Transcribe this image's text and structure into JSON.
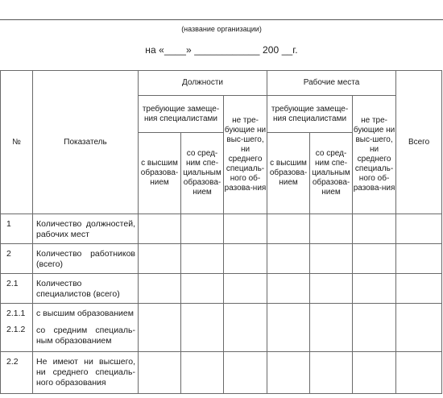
{
  "header": {
    "org_caption": "(название организации)",
    "date_line": "на «____» ____________ 200 __г."
  },
  "table": {
    "col_no": "№",
    "col_indicator": "Показатель",
    "group_positions": "Должности",
    "group_workplaces": "Рабочие места",
    "sub_requiring": "требующие замеще-ния специалистами",
    "sub_not_requiring_pos": "не тре-бующие ни выс-шего, ни среднего специаль-ного об-разова-ния",
    "sub_not_requiring_wp": "не тре-бующие ни выс-шего, ни среднего специаль-ного об-разова-ния",
    "sub_higher": "с высшим образова-нием",
    "sub_secondary": "со сред-ним спе-циальным образова-нием",
    "sub_higher_wp": "с высшим образова-нием",
    "sub_secondary_wp": "со сред-ним спе-циальным образова-нием",
    "col_total": "Всего",
    "rows": [
      {
        "num": "1",
        "label": "Количество должностей, рабочих мест"
      },
      {
        "num": "2",
        "label": "Количество работников (всего)"
      },
      {
        "num": "2.1",
        "label": "Количество специалистов (всего)"
      },
      {
        "num": "2.1.1",
        "label": "с высшим образованием"
      },
      {
        "num": "2.1.2",
        "label": "со средним специаль-ным образованием"
      },
      {
        "num": "2.2",
        "label": "Не имеют ни высшего, ни среднего специаль-ного образования"
      }
    ]
  }
}
